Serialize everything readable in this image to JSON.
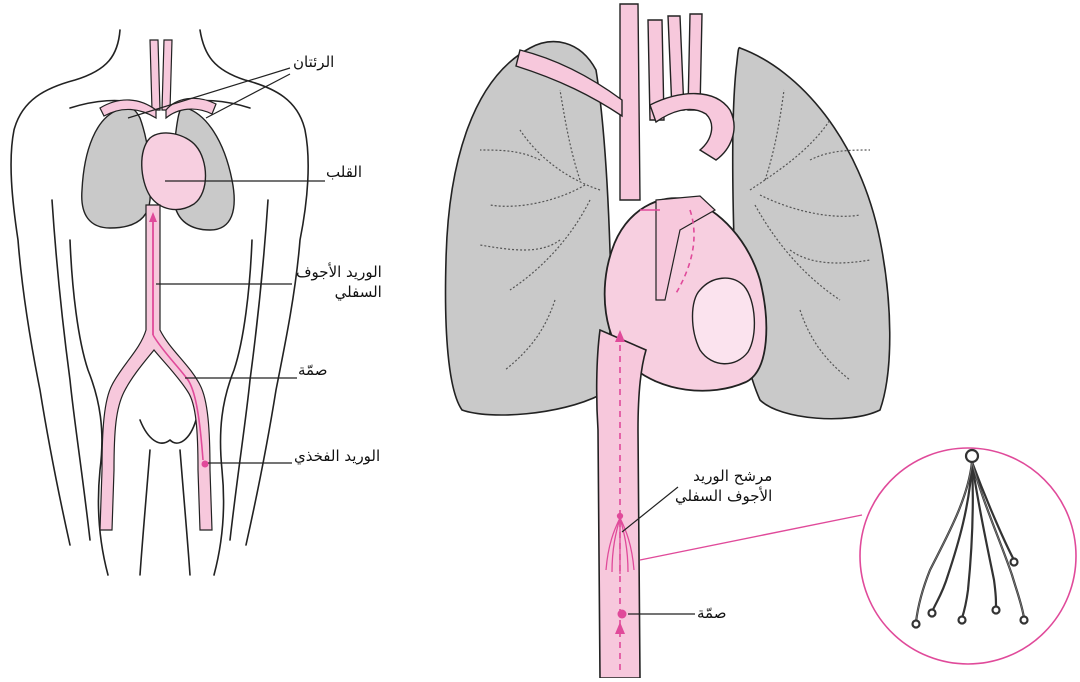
{
  "colors": {
    "vessel": "#f7c8dc",
    "vessel_dark": "#e04a9a",
    "lung": "#c9c9c9",
    "heart": "#f7cfe0",
    "outline": "#222222",
    "filter_circle": "#e0409a"
  },
  "labels": {
    "lungs": "الرئتان",
    "heart": "القلب",
    "ivc_line1": "الوريد الأجوف",
    "ivc_line2": "السفلي",
    "clot_left": "صمّة",
    "femoral_vein": "الوريد الفخذي",
    "filter_line1": "مرشح الوريد",
    "filter_line2": "الأجوف السفلي",
    "clot_right": "صمّة"
  }
}
